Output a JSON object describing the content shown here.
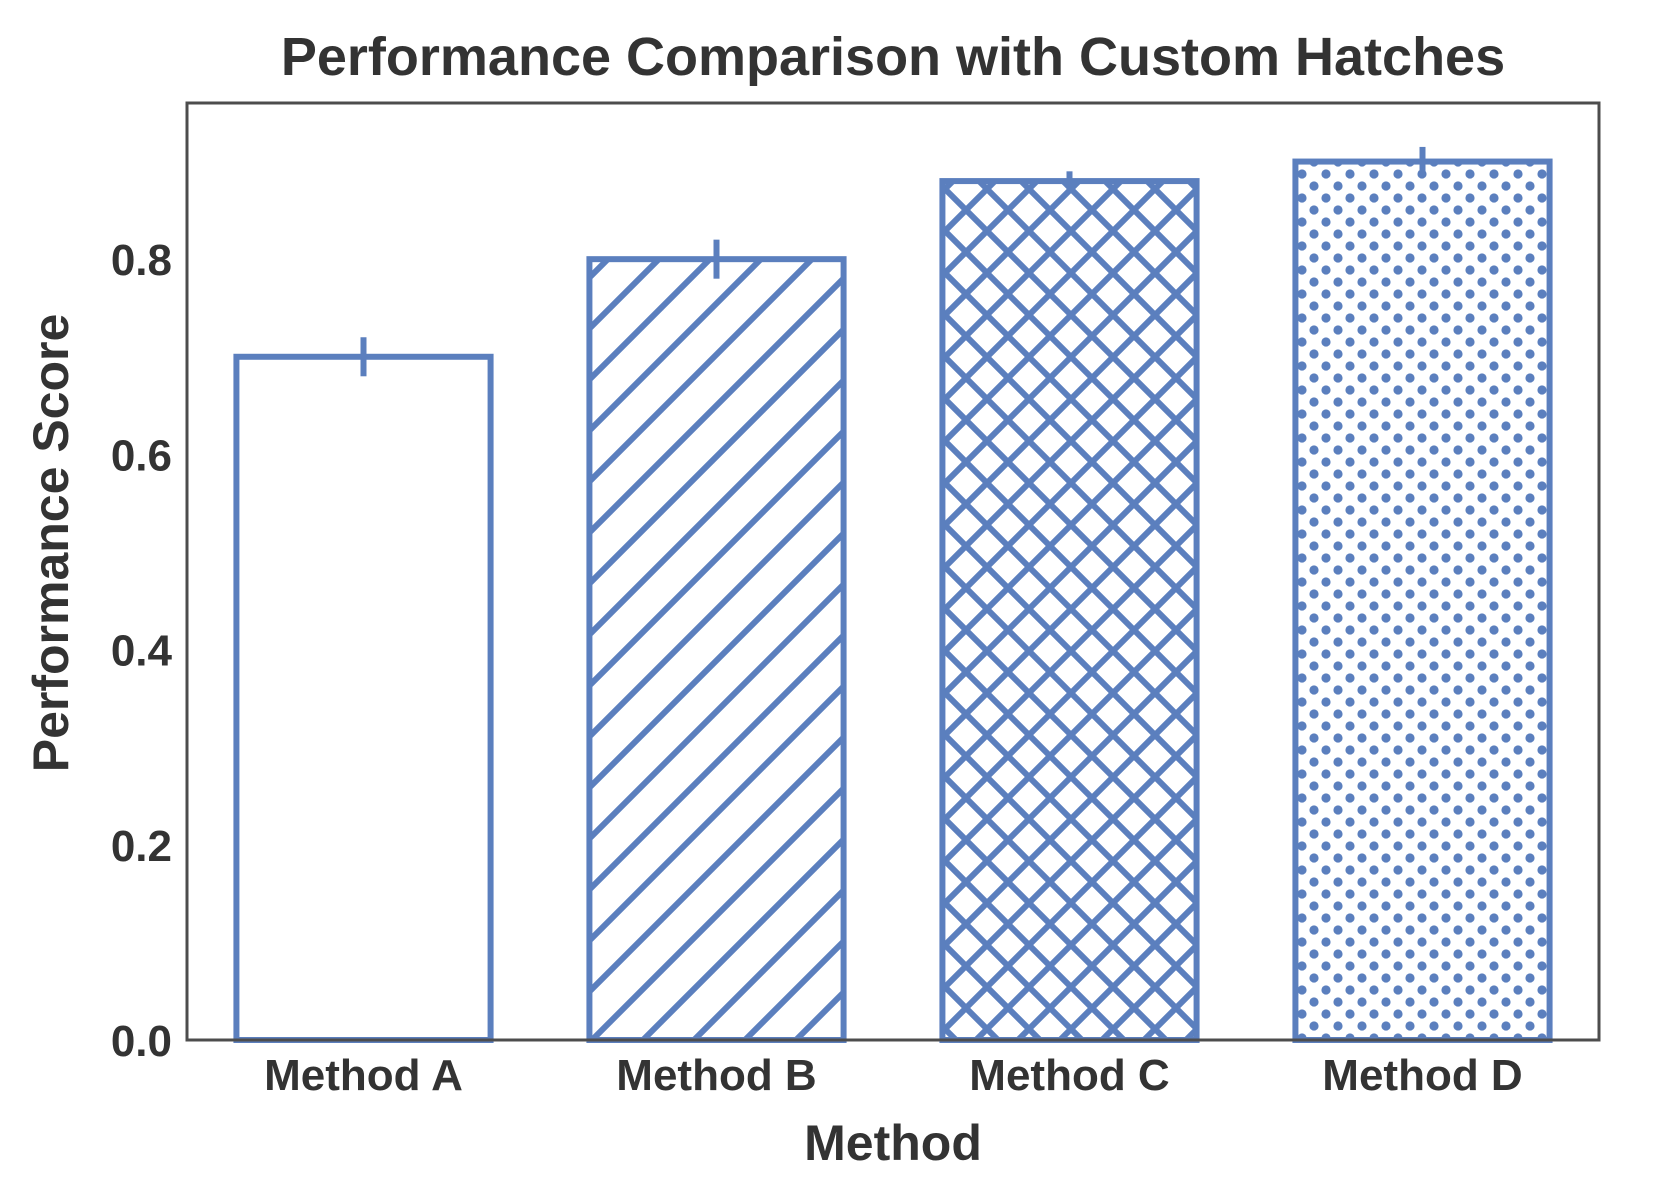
{
  "chart_data": {
    "type": "bar",
    "title": "Performance Comparison with Custom Hatches",
    "xlabel": "Method",
    "ylabel": "Performance Score",
    "categories": [
      "Method A",
      "Method B",
      "Method C",
      "Method D"
    ],
    "values": [
      0.7,
      0.8,
      0.88,
      0.9
    ],
    "errors": [
      0.02,
      0.02,
      0.01,
      0.015
    ],
    "hatches": [
      "none",
      "diagonal",
      "crosshatch",
      "dots"
    ],
    "ylim": [
      0,
      0.96
    ],
    "yticks": [
      0.0,
      0.2,
      0.4,
      0.6,
      0.8
    ],
    "ytick_labels": [
      "0.0",
      "0.2",
      "0.4",
      "0.6",
      "0.8"
    ],
    "grid": false,
    "legend": "none",
    "colors": {
      "bar_edge": "#5b7fbe",
      "bar_fill": "#ffffff",
      "text": "#333333",
      "axes_frame": "#4d4d4d"
    }
  }
}
